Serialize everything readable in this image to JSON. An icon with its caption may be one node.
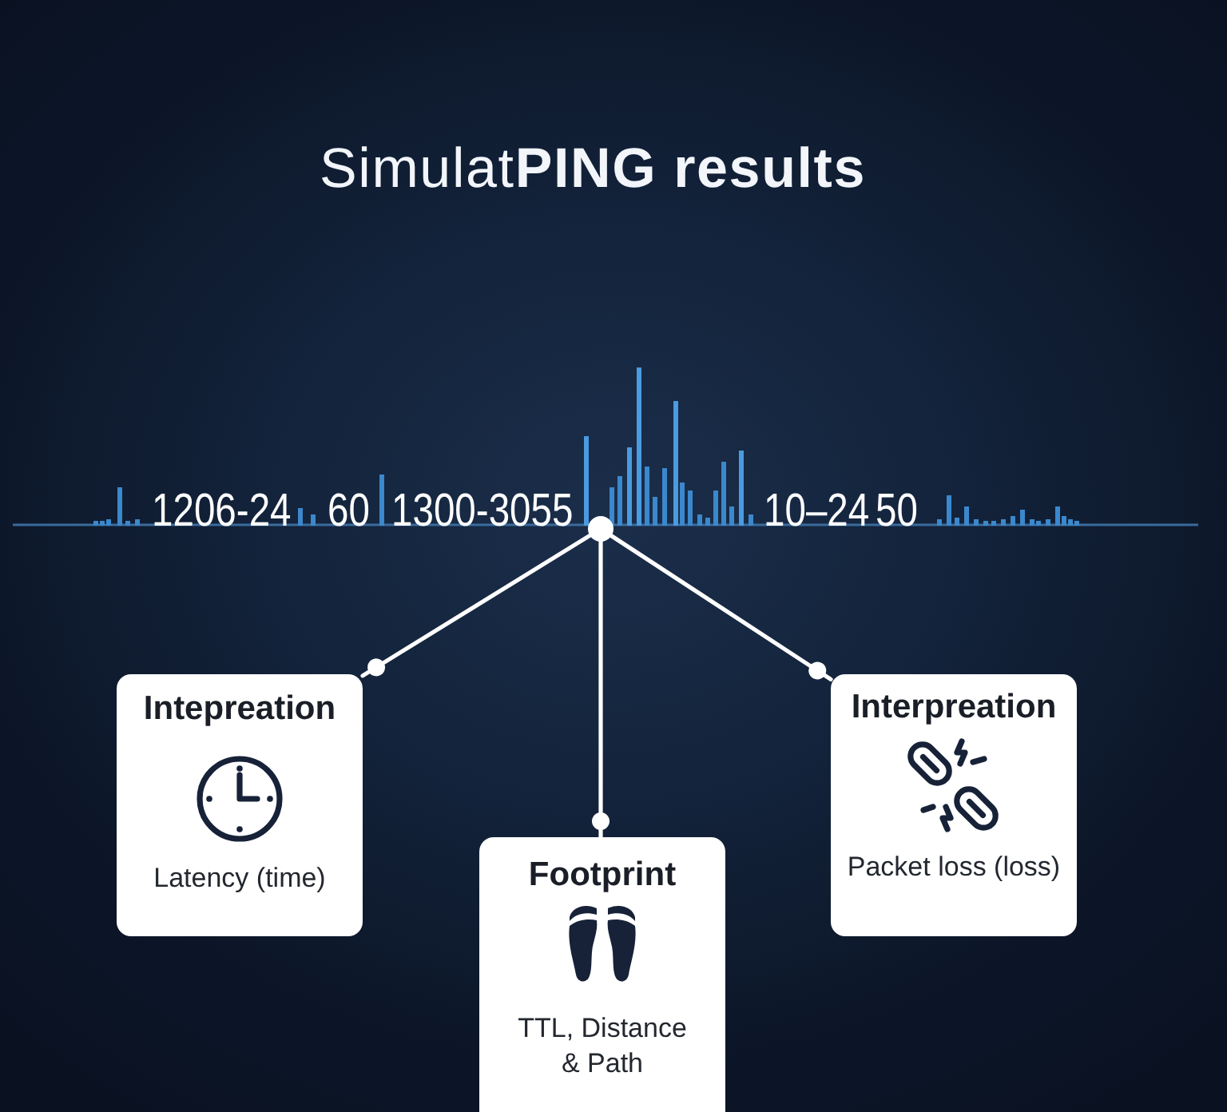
{
  "diagram": {
    "title": "Simulat**PING results**",
    "nodes": [
      {
        "text": [],
        "shape": "circle"
      },
      {
        "text": [
          "Intepreation",
          "Latency (time)"
        ]
      },
      {
        "text": [
          "Footprint",
          "TTL, Distance & Path"
        ]
      },
      {
        "text": [
          "Interpreation",
          "Packet loss (loss)"
        ]
      }
    ],
    "edges": [
      {
        "from": 0,
        "to": 1,
        "arrow": "other"
      },
      {
        "from": 0,
        "to": 2,
        "arrow": "other"
      },
      {
        "from": 0,
        "to": 3,
        "arrow": "other"
      }
    ],
    "labels": [
      "1206-24",
      "60",
      "1300-3055",
      "10–24",
      "50"
    ]
  }
}
